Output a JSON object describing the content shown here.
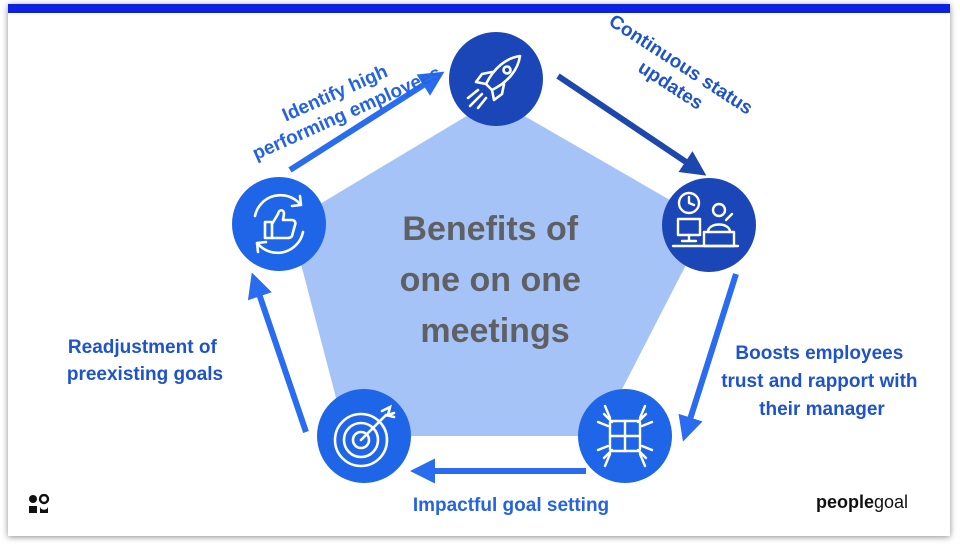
{
  "center_title": [
    "Benefits of",
    "one on one",
    "meetings"
  ],
  "steps": {
    "identify": [
      "Identify high",
      "performing employees"
    ],
    "status": [
      "Continuous status",
      "updates"
    ],
    "boosts": [
      "Boosts employees",
      "trust and rapport with",
      "their manager"
    ],
    "goal_setting": [
      "Impactful goal setting"
    ],
    "readjust": [
      "Readjustment of",
      "preexisting goals"
    ]
  },
  "icons": {
    "top": "rocket-icon",
    "right": "desk-clock-worker-icon",
    "bottom_right": "puzzle-hands-icon",
    "bottom_left": "target-icon",
    "left": "thumbs-up-cycle-icon"
  },
  "brand": {
    "bold": "people",
    "light": "goal"
  },
  "colors": {
    "top_bar": "#0b22e0",
    "pentagon": "#a5c3f6",
    "circle_dark": "#1a46b8",
    "circle_bright": "#1f65e8",
    "arrow_dark": "#1c47ad",
    "arrow_bright": "#2a6cf0",
    "label_blue": "#2563e0",
    "title_gray": "#5f6064"
  }
}
